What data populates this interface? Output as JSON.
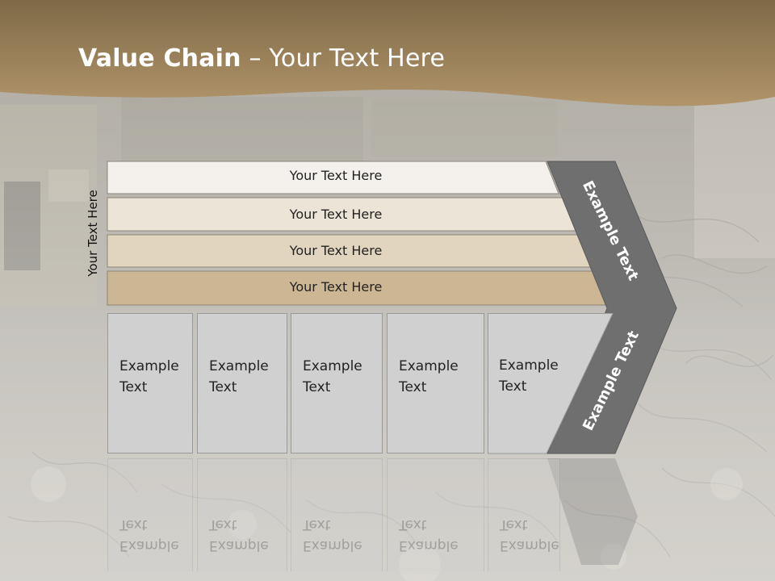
{
  "slide": {
    "title_bold": "Value Chain",
    "title_rest": " – Your Text Here",
    "vertical_label": "Your Text Here"
  },
  "bands": [
    {
      "label": "Your Text Here",
      "color": "#f4f1ec"
    },
    {
      "label": "Your Text Here",
      "color": "#ece4d6"
    },
    {
      "label": "Your Text Here",
      "color": "#e2d5bf"
    },
    {
      "label": "Your Text Here",
      "color": "#cdb693"
    }
  ],
  "boxes": [
    {
      "line1": "Example",
      "line2": "Text"
    },
    {
      "line1": "Example",
      "line2": "Text"
    },
    {
      "line1": "Example",
      "line2": "Text"
    },
    {
      "line1": "Example",
      "line2": "Text"
    },
    {
      "line1": "Example",
      "line2": "Text"
    }
  ],
  "chevron": {
    "top_label": "Example Text",
    "bottom_label": "Example Text",
    "color": "#6f6f6f"
  },
  "colors": {
    "header_brown": "#a88c5e",
    "box_gray": "#d0d0d0"
  }
}
